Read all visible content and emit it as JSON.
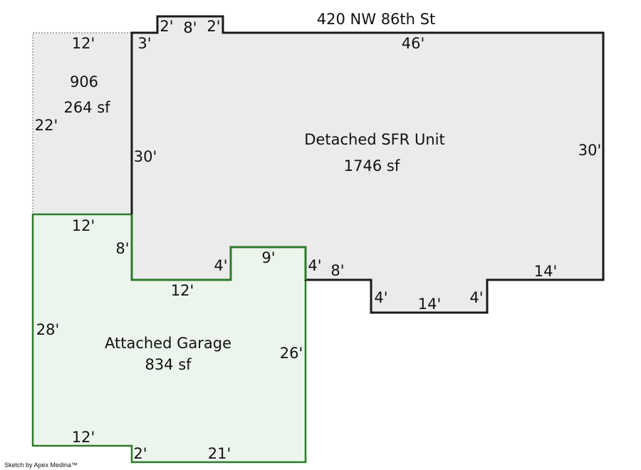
{
  "address": "420 NW 86th St",
  "areas": {
    "house": {
      "name": "Detached SFR Unit",
      "area": "1746 sf"
    },
    "porch": {
      "name": "906",
      "area": "264 sf"
    },
    "garage": {
      "name": "Attached Garage",
      "area": "834 sf"
    }
  },
  "dimensions": {
    "top_step_a": "2'",
    "top_step_b": "8'",
    "top_step_c": "2'",
    "house_top": "46'",
    "house_left_short": "3'",
    "house_left": "30'",
    "house_right": "30'",
    "porch_top": "12'",
    "porch_left": "22'",
    "garage_top": "12'",
    "garage_connector": "8'",
    "notch_left": "4'",
    "notch_top": "9'",
    "notch_right": "4'",
    "house_bottom_a": "8'",
    "bay_left": "4'",
    "bay_bottom": "14'",
    "bay_right": "4'",
    "house_bottom_b": "14'",
    "garage_inner": "12'",
    "garage_left": "28'",
    "garage_right": "26'",
    "garage_bottom_left": "12'",
    "garage_step": "2'",
    "garage_bottom": "21'"
  },
  "colors": {
    "house_fill": "#ebebeb",
    "house_stroke": "#1a1a1a",
    "porch_fill": "#ebebeb",
    "porch_stroke": "#9a9a9a",
    "garage_fill": "#ecf5ec",
    "garage_stroke": "#2c7a2c"
  },
  "credit": "Sketch by Apex Medina™"
}
